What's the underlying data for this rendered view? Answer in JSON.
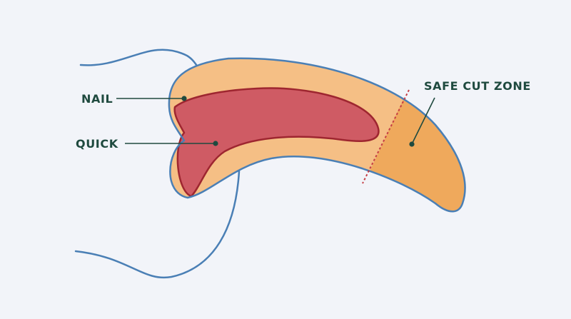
{
  "labels": {
    "nail": "NAIL",
    "quick": "QUICK",
    "safe_cut_zone": "SAFE CUT ZONE"
  },
  "colors": {
    "background": "#f2f4f9",
    "outline": "#4a7fb5",
    "nail_fill": "#f5bf85",
    "quick_fill": "#cf5b64",
    "quick_outline": "#9e2630",
    "safe_zone_fill": "#efa95c",
    "cut_line": "#c53e45",
    "label_text": "#1f4a3f",
    "leader_line": "#1f4a3f"
  }
}
